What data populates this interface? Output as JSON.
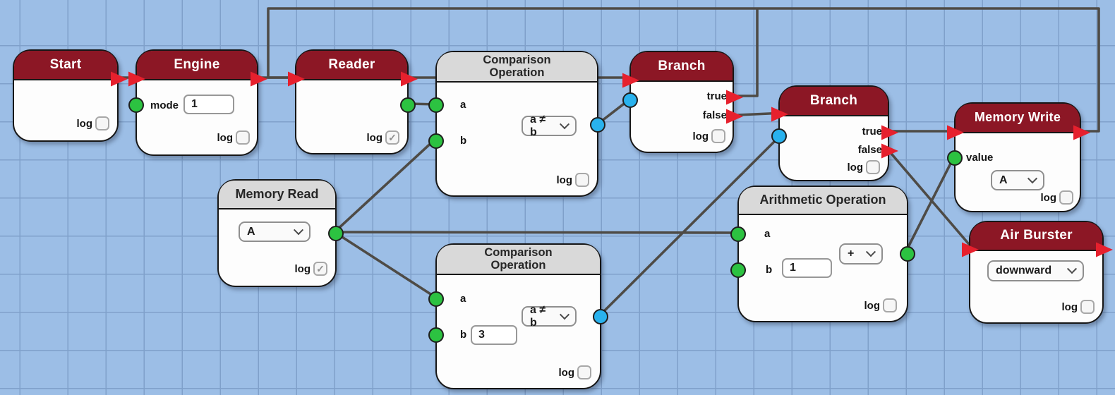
{
  "canvas": {
    "background_color": "#9cbee6",
    "grid_line_color": "#7fa0ca",
    "wire_color": "#4e4b46",
    "exec_pin_color": "#e6202d",
    "data_pin_green": "#2cc241",
    "data_pin_blue": "#29b2ee",
    "header_red": "#8c1725",
    "header_gray": "#d9d9d9"
  },
  "nodes": [
    {
      "id": "start",
      "title": "Start",
      "log_label": "log",
      "log_checked": false
    },
    {
      "id": "engine",
      "title": "Engine",
      "mode_label": "mode",
      "mode_value": "1",
      "log_label": "log",
      "log_checked": false
    },
    {
      "id": "reader",
      "title": "Reader",
      "log_label": "log",
      "log_checked": true
    },
    {
      "id": "comparison-1",
      "title": "Comparison Operation",
      "a_label": "a",
      "b_label": "b",
      "operator": "a ≠ b",
      "log_label": "log",
      "log_checked": false
    },
    {
      "id": "branch-1",
      "title": "Branch",
      "true_label": "true",
      "false_label": "false",
      "log_label": "log",
      "log_checked": false
    },
    {
      "id": "branch-2",
      "title": "Branch",
      "true_label": "true",
      "false_label": "false",
      "log_label": "log",
      "log_checked": false
    },
    {
      "id": "memory-write",
      "title": "Memory Write",
      "value_label": "value",
      "slot_value": "A",
      "log_label": "log",
      "log_checked": false
    },
    {
      "id": "air-burster",
      "title": "Air Burster",
      "direction_value": "downward",
      "log_label": "log",
      "log_checked": false
    },
    {
      "id": "memory-read",
      "title": "Memory Read",
      "slot_value": "A",
      "log_label": "log",
      "log_checked": true
    },
    {
      "id": "comparison-2",
      "title": "Comparison Operation",
      "a_label": "a",
      "b_label": "b",
      "b_value": "3",
      "operator": "a ≠ b",
      "log_label": "log",
      "log_checked": false
    },
    {
      "id": "arithmetic",
      "title": "Arithmetic Operation",
      "a_label": "a",
      "b_label": "b",
      "b_value": "1",
      "operator": "+",
      "log_label": "log",
      "log_checked": false
    }
  ]
}
